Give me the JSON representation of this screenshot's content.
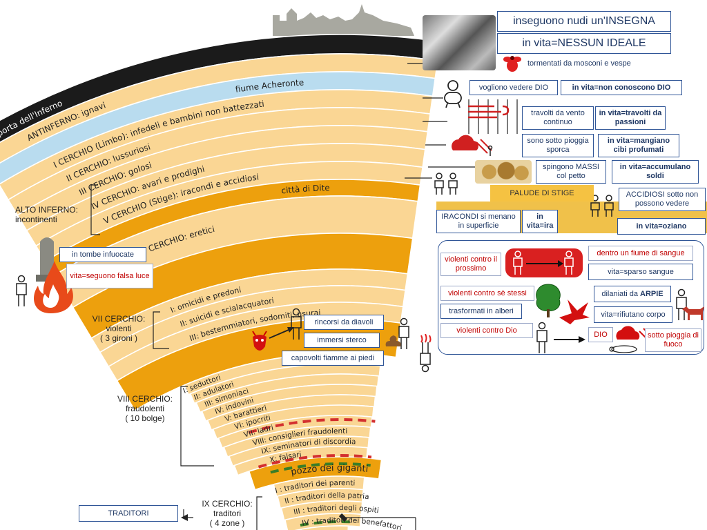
{
  "colors": {
    "ring_light": "#fad694",
    "ring_orange": "#eda00d",
    "ring_black": "#1b1b1b",
    "ring_blue": "#b9dcef",
    "accent_red": "#c00000",
    "box_border": "#2f5597",
    "text_blue": "#1f3864"
  },
  "rings": {
    "porta": "porta dell'Inferno",
    "antinferno": "ANTINFERNO: ignavi",
    "acheronte": "fiume Acheronte",
    "limbo": "I CERCHIO (Limbo): infedeli e bambini non battezzati",
    "c2": "II CERCHIO: lussuriosi",
    "c3": "III CERCHIO: golosi",
    "c4": "IV CERCHIO: avari e prodighi",
    "c5": "V CERCHIO (Stige): iracondi e accidiosi",
    "dite": "città di Dite",
    "c6": "VI CERCHIO: eretici",
    "g1": "I: omicidi e predoni",
    "g2": "II: suicidi e scialacquatori",
    "g3": "III: bestemmiatori, sodomiti, usurai",
    "bolge": [
      "I: seduttori",
      "II: adulatori",
      "III: simoniaci",
      "IV: indovini",
      "V: barattieri",
      "VI: ipocriti",
      "VII: ladri",
      "VIII: consiglieri fraudolenti",
      "IX: seminatori di discordia",
      "X: falsari"
    ],
    "pozzo": "pozzo dei giganti",
    "zone": [
      "I : traditori dei parenti",
      "II : traditori della patria",
      "III : traditori degli ospiti",
      "IV : traditori dei benefattori"
    ]
  },
  "side_labels": {
    "alto_1": "ALTO INFERNO:",
    "alto_2": "incontinenti",
    "vii_1": "VII CERCHIO:",
    "vii_2": "violenti",
    "vii_3": "( 3 gironi )",
    "viii_1": "VIII CERCHIO:",
    "viii_2": "fraudolenti",
    "viii_3": "( 10 bolge)",
    "ix_1": "IX CERCHIO:",
    "ix_2": "traditori",
    "ix_3": "( 4 zone )"
  },
  "boxes": {
    "insegna": "inseguono nudi un'INSEGNA",
    "nessun_ideale": "in vita=NESSUN IDEALE",
    "mosconi": "tormentati da mosconi e vespe",
    "vedere_dio": "vogliono vedere DIO",
    "non_conoscono": "in vita=non conoscono DIO",
    "vento": "travolti da vento continuo",
    "passioni": "in vita=travolti da passioni",
    "pioggia_sporca": "sono sotto pioggia sporca",
    "mangiano": "in vita=mangiano cibi profumati",
    "massi": "spingono MASSI col petto",
    "accumulano": "in vita=accumulano soldi",
    "palude": "PALUDE DI STIGE",
    "accidiosi": "ACCIDIOSI sotto non possono vedere",
    "iracondi": "IRACONDI si menano in superficie",
    "ira": "in vita=ira",
    "oziano": "in vita=oziano",
    "tombe": "in tombe infuocate",
    "falsa_luce": "vita=seguono falsa luce",
    "prossimo": "violenti contro il prossimo",
    "fiume_sangue": "dentro un fiume di sangue",
    "sparso_sangue": "vita=sparso sangue",
    "se_stessi": "violenti contro sè stessi",
    "alberi": "trasformati in alberi",
    "arpie_pre": "dilaniati da ",
    "arpie": "ARPIE",
    "rifiutano": "vita=rifiutano corpo",
    "contro_dio": "violenti contro Dio",
    "dio": "DIO",
    "pioggia_fuoco": "sotto pioggia di fuoco",
    "diavoli": "rincorsi da diavoli",
    "sterco": "immersi sterco",
    "capovolti": "capovolti fiamme ai piedi",
    "traditori": "TRADITORI"
  }
}
